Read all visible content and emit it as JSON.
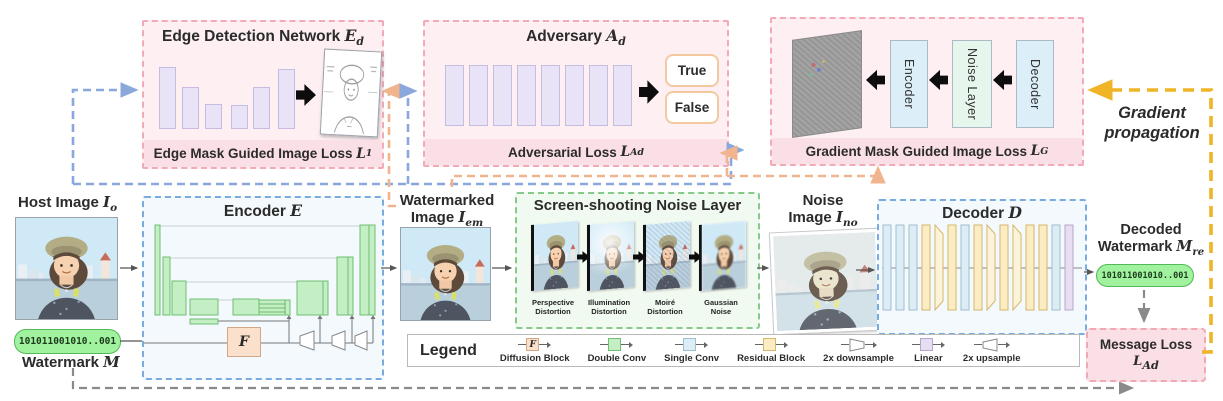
{
  "colors": {
    "pink_fill": "#fdeff2",
    "pink_border": "#f2aab6",
    "pink_strip": "#fbdfe6",
    "blue_border": "#78abdf",
    "blue_fill": "#f3f9fd",
    "green_border": "#86c98a",
    "green_fill": "#f1faf1",
    "double_conv": "#c4eec4",
    "single_conv": "#dcedf6",
    "residual": "#fcecc4",
    "linear": "#e7def2",
    "diffusion": "#fbe0cb",
    "lavender": "#e8e3f6",
    "pill_fill": "#a0f29e",
    "pill_border": "#55b857",
    "blue_path": "#8aa8dc",
    "orange_path": "#f0b58e",
    "gray_path": "#8a8a8a",
    "yellow_path": "#f0b427"
  },
  "edge_net": {
    "title": "Edge Detection Network",
    "sym": "E",
    "sub": "d",
    "loss_label": "Edge Mask Guided Image Loss",
    "loss_sym": "L",
    "loss_sub": "1"
  },
  "adversary": {
    "title": "Adversary",
    "sym": "A",
    "sub": "d",
    "output_true": "True",
    "output_false": "False",
    "loss_label": "Adversarial Loss",
    "loss_sym": "L",
    "loss_sub": "Ad"
  },
  "gradient_net": {
    "block1": "Encoder",
    "block2": "Noise Layer",
    "block3": "Decoder",
    "loss_label": "Gradient Mask Guided Image Loss",
    "loss_sym": "L",
    "loss_sub": "G"
  },
  "gradient_propagation": "Gradient propagation",
  "host": {
    "label": "Host Image",
    "sym": "I",
    "sub": "o"
  },
  "watermark": {
    "label": "Watermark",
    "sym": "M",
    "bits": "101011001010..001"
  },
  "encoder": {
    "title": "Encoder",
    "sym": "E",
    "f_label": "F"
  },
  "watermarked": {
    "line1": "Watermarked",
    "line2": "Image",
    "sym": "I",
    "sub": "em"
  },
  "noise_layer": {
    "title": "Screen-shooting Noise Layer",
    "steps": [
      {
        "line1": "Perspective",
        "line2": "Distortion"
      },
      {
        "line1": "Illumination",
        "line2": "Distortion"
      },
      {
        "line1": "Moiré",
        "line2": "Distortion"
      },
      {
        "line1": "Gaussian",
        "line2": "Noise"
      }
    ]
  },
  "noise_image": {
    "line1": "Noise",
    "line2": "Image",
    "sym": "I",
    "sub": "no"
  },
  "decoder": {
    "title": "Decoder",
    "sym": "D"
  },
  "decoded": {
    "line1": "Decoded",
    "line2": "Watermark",
    "sym": "M",
    "sub": "re",
    "bits": "101011001010..001"
  },
  "message_loss": {
    "label": "Message Loss",
    "sym": "L",
    "sub": "Ad"
  },
  "legend": {
    "title": "Legend",
    "items": [
      "Diffusion Block",
      "Double Conv",
      "Single Conv",
      "Residual Block",
      "2x downsample",
      "Linear",
      "2x upsample"
    ],
    "f": "F"
  }
}
